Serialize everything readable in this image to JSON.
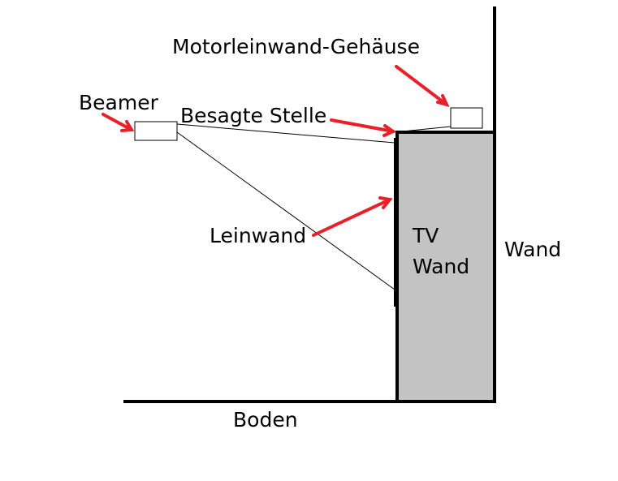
{
  "labels": {
    "motor_housing": "Motorleinwand-Gehäuse",
    "beamer": "Beamer",
    "spot": "Besagte Stelle",
    "screen": "Leinwand",
    "tv_wall_line1": "TV",
    "tv_wall_line2": "Wand",
    "wall": "Wand",
    "floor": "Boden"
  },
  "colors": {
    "arrow": "#e8202a",
    "tv_wall_fill": "#c3c3c3",
    "structure": "#000000",
    "background": "#ffffff"
  }
}
